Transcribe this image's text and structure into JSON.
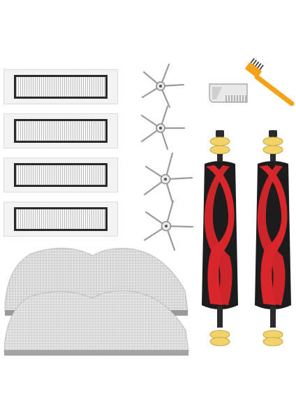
{
  "product": {
    "filters": [
      {
        "kind": "hepa-filter"
      },
      {
        "kind": "hepa-filter"
      },
      {
        "kind": "hepa-filter"
      },
      {
        "kind": "hepa-filter"
      }
    ],
    "side_brushes": [
      {
        "kind": "side-brush"
      },
      {
        "kind": "side-brush"
      },
      {
        "kind": "side-brush"
      },
      {
        "kind": "side-brush"
      }
    ],
    "main_brushes": [
      {
        "kind": "main-roller-brush"
      },
      {
        "kind": "main-roller-brush"
      }
    ],
    "mop_pads": [
      {
        "kind": "mop-cloth"
      },
      {
        "kind": "mop-cloth"
      }
    ],
    "tools": [
      {
        "kind": "cleaning-comb"
      },
      {
        "kind": "cleaning-brush"
      }
    ]
  },
  "colors": {
    "background": "#ffffff",
    "brush_red": "#d8262b",
    "bristle_black": "#1c1c1c",
    "end_cap_yellow": "#f2d36b",
    "tool_handle_orange": "#f4a21a",
    "mop_gray": "#d6d6d6"
  }
}
